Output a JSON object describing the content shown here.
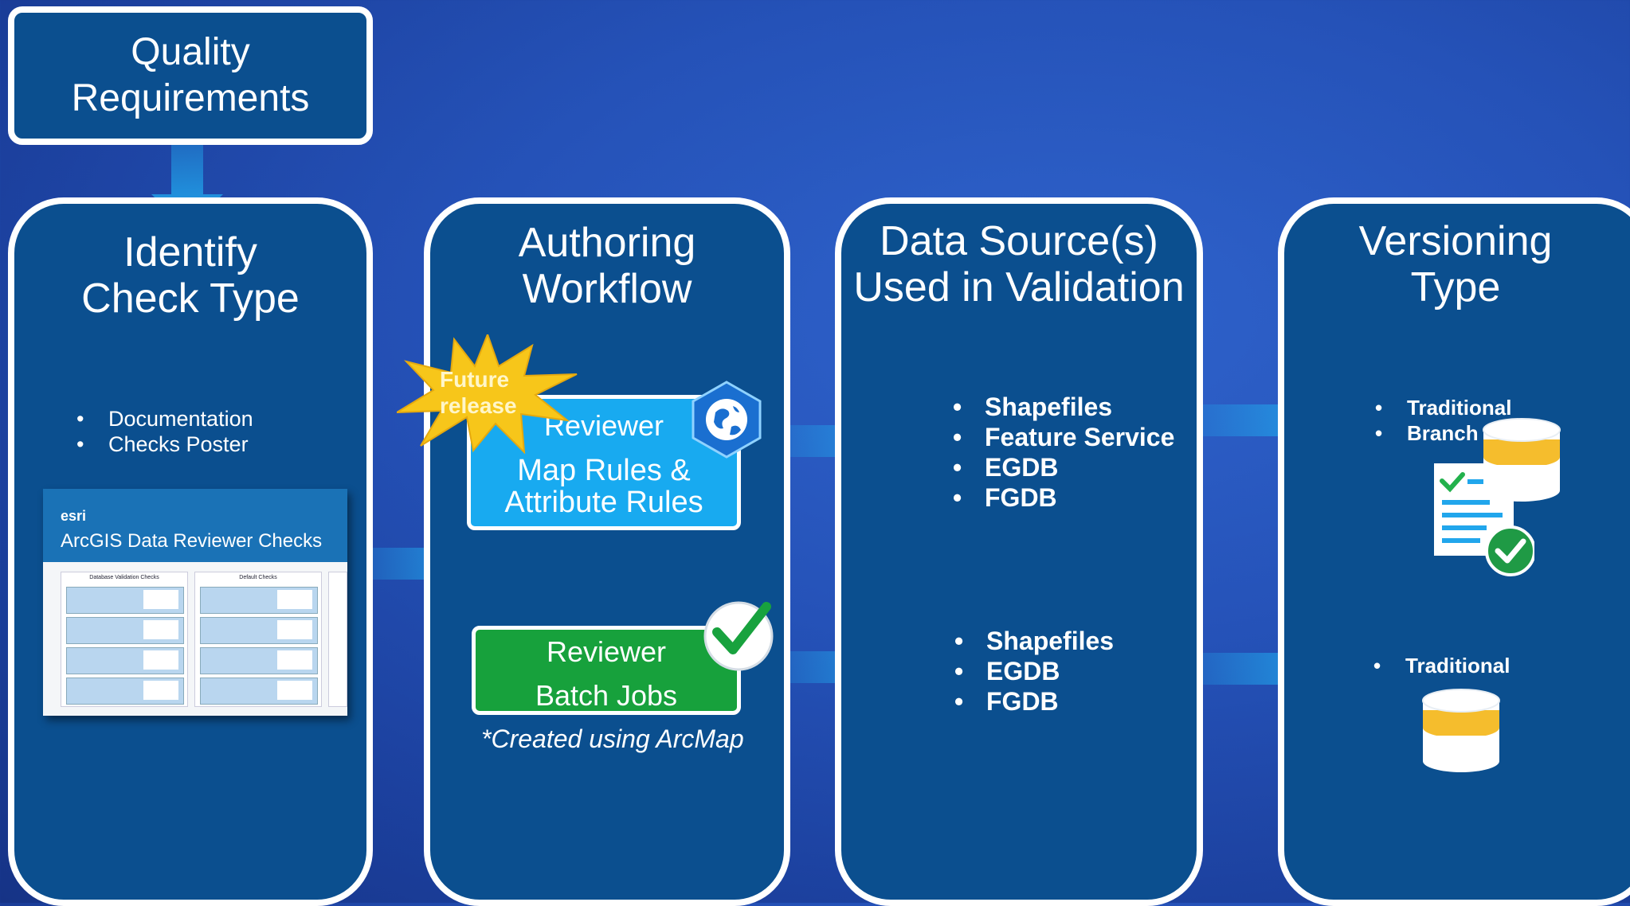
{
  "quality": {
    "title": "Quality Requirements"
  },
  "columns": {
    "identify": {
      "title_line1": "Identify",
      "title_line2": "Check Type",
      "bullets": [
        "Documentation",
        "Checks Poster"
      ],
      "poster": {
        "brand": "esri",
        "title": "ArcGIS Data Reviewer Checks",
        "col1": "Database Validation Checks",
        "col2": "Default Checks"
      }
    },
    "authoring": {
      "title_line1": "Authoring",
      "title_line2": "Workflow",
      "burst_label": "Future release",
      "map_rules": {
        "line1": "Reviewer",
        "line2": "Map Rules &",
        "line3": "Attribute Rules"
      },
      "batch_jobs": {
        "line1": "Reviewer",
        "line2": "Batch Jobs"
      },
      "caption": "*Created using ArcMap"
    },
    "datasource": {
      "title_line1": "Data Source(s)",
      "title_line2": "Used in Validation",
      "group1": [
        "Shapefiles",
        "Feature Service",
        "EGDB",
        "FGDB"
      ],
      "group2": [
        "Shapefiles",
        "EGDB",
        "FGDB"
      ]
    },
    "versioning": {
      "title_line1": "Versioning",
      "title_line2": "Type",
      "group1": [
        "Traditional",
        "Branch"
      ],
      "group2": [
        "Traditional"
      ]
    }
  },
  "colors": {
    "panel": "#0b4f8f",
    "border": "#ffffff",
    "map_rules_btn": "#18aaf0",
    "batch_btn": "#17a13c",
    "arrow": "#21a6ec",
    "burst": "#f7c61a",
    "db_band": "#f5bd2d"
  },
  "icons": [
    "arcgis-globe-icon",
    "checkmark-badge-icon",
    "database-icon",
    "document-check-icon"
  ]
}
